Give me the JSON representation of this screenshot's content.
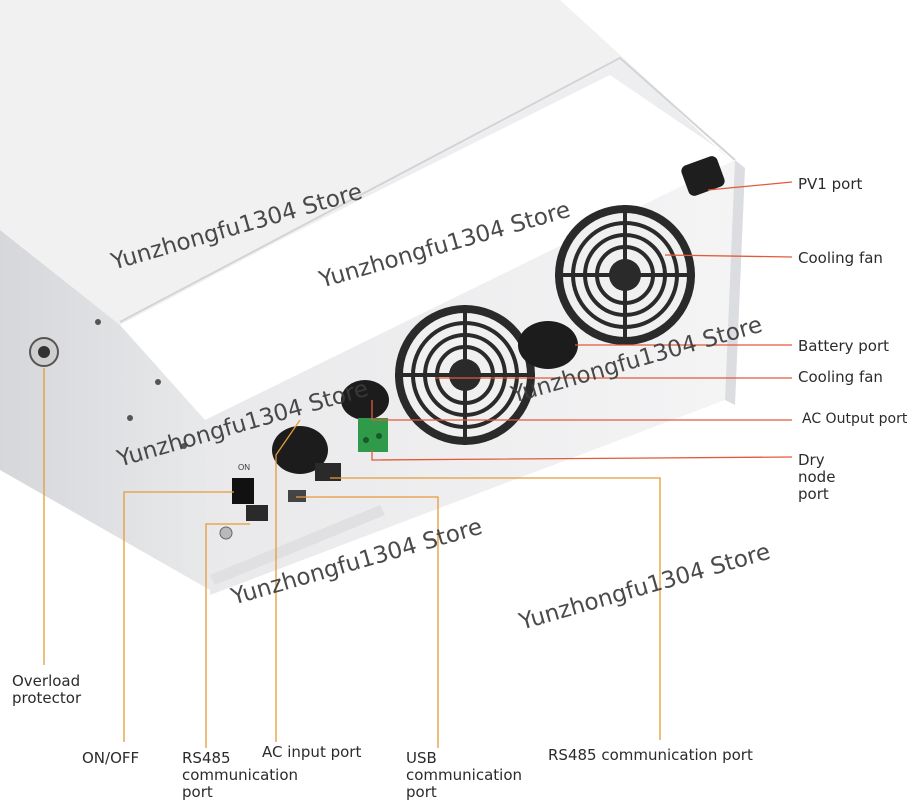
{
  "labels": {
    "pv1_port": "PV1 port",
    "cooling_fan_1": "Cooling fan",
    "battery_port": "Battery port",
    "cooling_fan_2": "Cooling fan",
    "ac_output_port": "AC  Output port",
    "dry_node_port": "Dry\nnode\nport",
    "overload_protector": "Overload\nprotector",
    "on_off": "ON/OFF",
    "rs485_port_left": "RS485\ncommunication\nport",
    "ac_input_port": "AC  input port",
    "usb_port": "USB\ncommunication\nport",
    "rs485_port_right": "RS485 communication port"
  },
  "panel_text": {
    "on_switch": "ON"
  },
  "watermark": "Yunzhongfu1304 Store",
  "colors": {
    "leader_orange": "#e59a3a",
    "leader_red": "#e25a3a",
    "housing": "#eeeff0",
    "accent": "#f2a51c"
  }
}
